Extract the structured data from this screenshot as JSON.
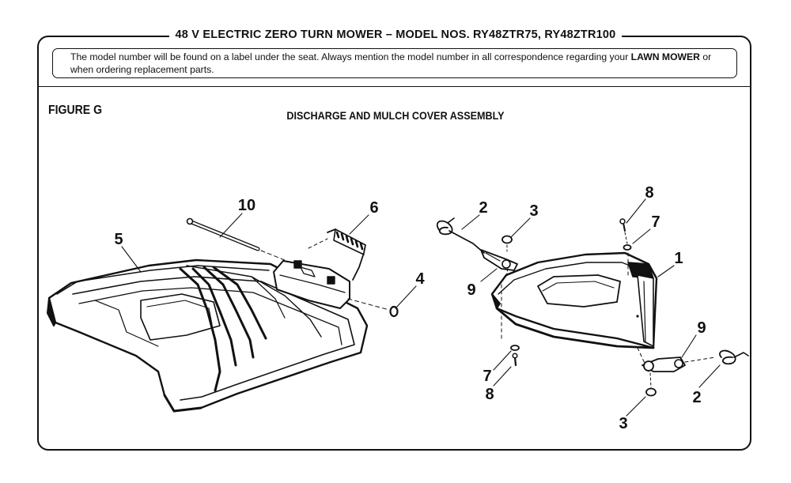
{
  "header": {
    "title": "48 V ELECTRIC ZERO TURN MOWER – MODEL NOS. RY48ZTR75, RY48ZTR100"
  },
  "notice": {
    "text_before": "The model number will be found on a label under the seat. Always mention the model number in all correspondence regarding your ",
    "emphasis": "LAWN MOWER",
    "text_after": " or when ordering replacement parts."
  },
  "figure": {
    "label": "FIGURE G",
    "title": "DISCHARGE AND MULCH COVER ASSEMBLY"
  },
  "callouts": {
    "c10": "10",
    "c6": "6",
    "c5": "5",
    "c4": "4",
    "c2_left": "2",
    "c3_top": "3",
    "c8_top": "8",
    "c7_top": "7",
    "c1": "1",
    "c9_left": "9",
    "c9_right": "9",
    "c7_bottom": "7",
    "c8_bottom": "8",
    "c2_right": "2",
    "c3_bottom": "3"
  }
}
